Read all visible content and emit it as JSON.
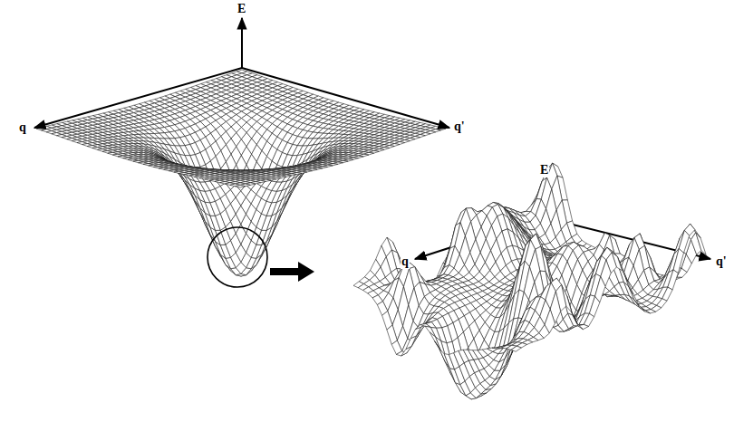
{
  "diagram": {
    "labels": [
      "E",
      "q",
      "q'",
      "E",
      "q",
      "q'"
    ]
  }
}
